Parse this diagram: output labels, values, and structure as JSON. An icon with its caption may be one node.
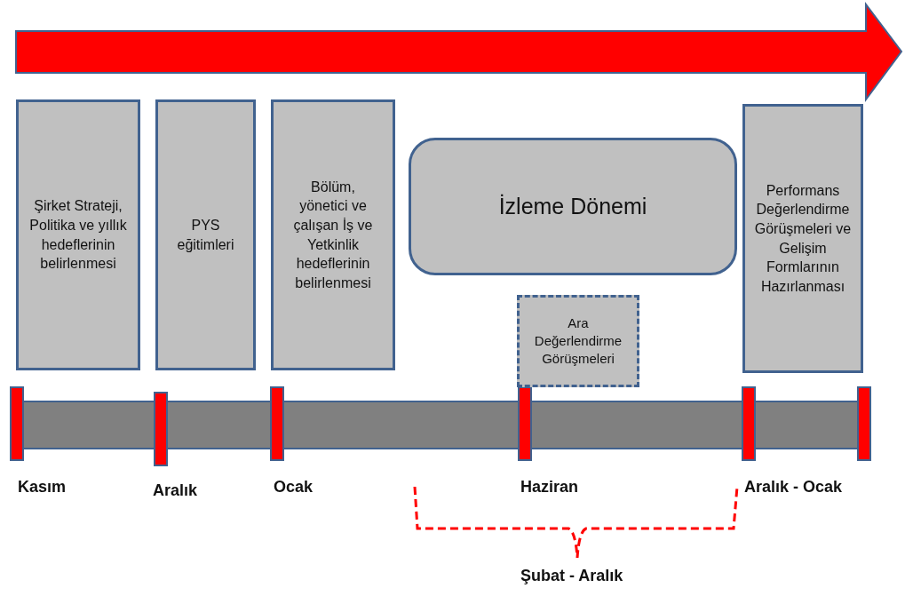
{
  "diagram": {
    "nodes": [
      {
        "text": [
          "Şirket Strateji, Politika ve yıllık hedeflerinin belirlenmesi"
        ]
      },
      {
        "text": [
          "PYS eğitimleri"
        ]
      },
      {
        "text": [
          "Bölüm, yönetici ve çalışan İş ve Yetkinlik hedeflerinin belirlenmesi"
        ]
      },
      {
        "text": [
          "İzleme Dönemi"
        ]
      },
      {
        "text": [
          "Ara Değerlendirme Görüşmeleri"
        ]
      },
      {
        "text": [
          "Performans Değerlendirme Görüşmeleri ve Gelişim Formlarının Hazırlanması"
        ]
      }
    ],
    "labels": [
      "Kasım",
      "Aralık",
      "Ocak",
      "Haziran",
      "Aralık - Ocak",
      "Şubat - Aralık"
    ]
  }
}
